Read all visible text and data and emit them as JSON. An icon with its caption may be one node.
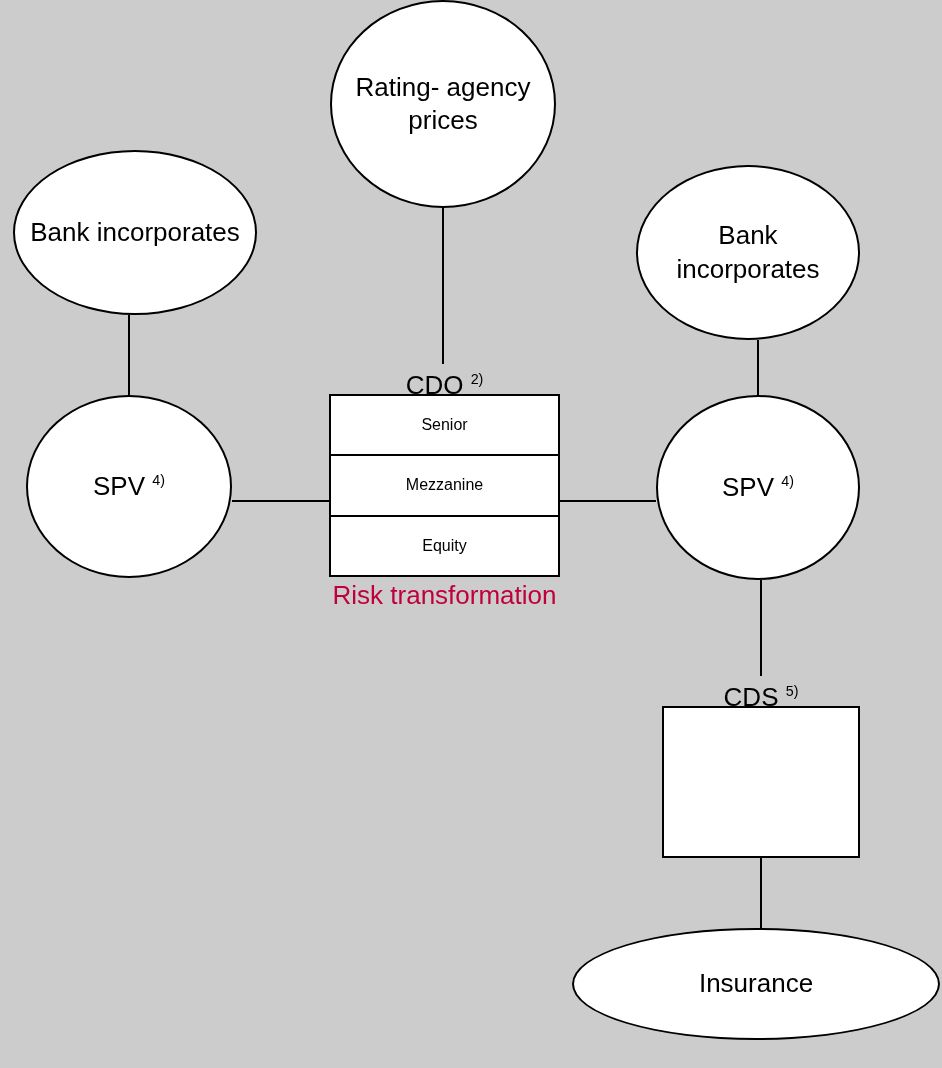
{
  "diagram": {
    "nodes": [
      {
        "text": [
          "Rating- agency prices"
        ]
      },
      {
        "text": [
          "Bank incorporates"
        ]
      },
      {
        "text": [
          "Bank incorporates"
        ]
      },
      {
        "text": [
          "SPV $^{4)}$"
        ]
      },
      {
        "text": [
          "CDO $^{2)}$"
        ],
        "beside": [
          "Risk transformation"
        ]
      },
      {
        "text": [
          "Senior"
        ],
        "in": 4
      },
      {
        "text": [
          "Mezzanine"
        ],
        "in": 4
      },
      {
        "text": [
          "Equity"
        ],
        "in": 4
      },
      {
        "text": [
          "SPV $^{4)}$"
        ]
      },
      {
        "text": [
          "CDS $^{5)}$"
        ]
      },
      {
        "text": [
          "Insurance"
        ]
      }
    ],
    "edges": [
      {
        "from": 0,
        "to": 4,
        "arrow": "none"
      },
      {
        "from": 1,
        "to": 3,
        "arrow": "none"
      },
      {
        "from": 3,
        "to": 4,
        "arrow": "none"
      },
      {
        "from": 4,
        "to": 8,
        "arrow": "none"
      },
      {
        "from": 2,
        "to": 8,
        "arrow": "none"
      },
      {
        "from": 8,
        "to": 9,
        "arrow": "none"
      },
      {
        "from": 9,
        "to": 10,
        "arrow": "none"
      }
    ]
  }
}
